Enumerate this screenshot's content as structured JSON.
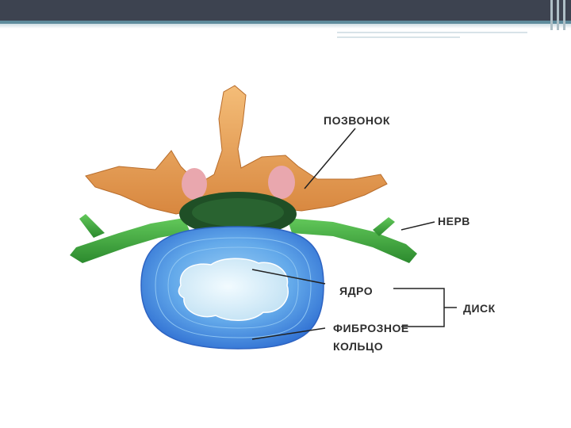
{
  "slide": {
    "header_color": "#3d4350",
    "accent_color": "#5e8b9c"
  },
  "diagram": {
    "labels": {
      "vertebra": "ПОЗВОНОК",
      "nerve": "НЕРВ",
      "nucleus": "ЯДРО",
      "disc": "ДИСК",
      "annulus_line1": "ФИБРОЗНОЕ",
      "annulus_line2": "КОЛЬЦО"
    },
    "colors": {
      "vertebra": "#e8a25c",
      "nerve": "#3aa83a",
      "spinal_cord": "#1f4f26",
      "disc_outer": "#3e86e0",
      "nucleus": "#cfe6f6"
    }
  }
}
